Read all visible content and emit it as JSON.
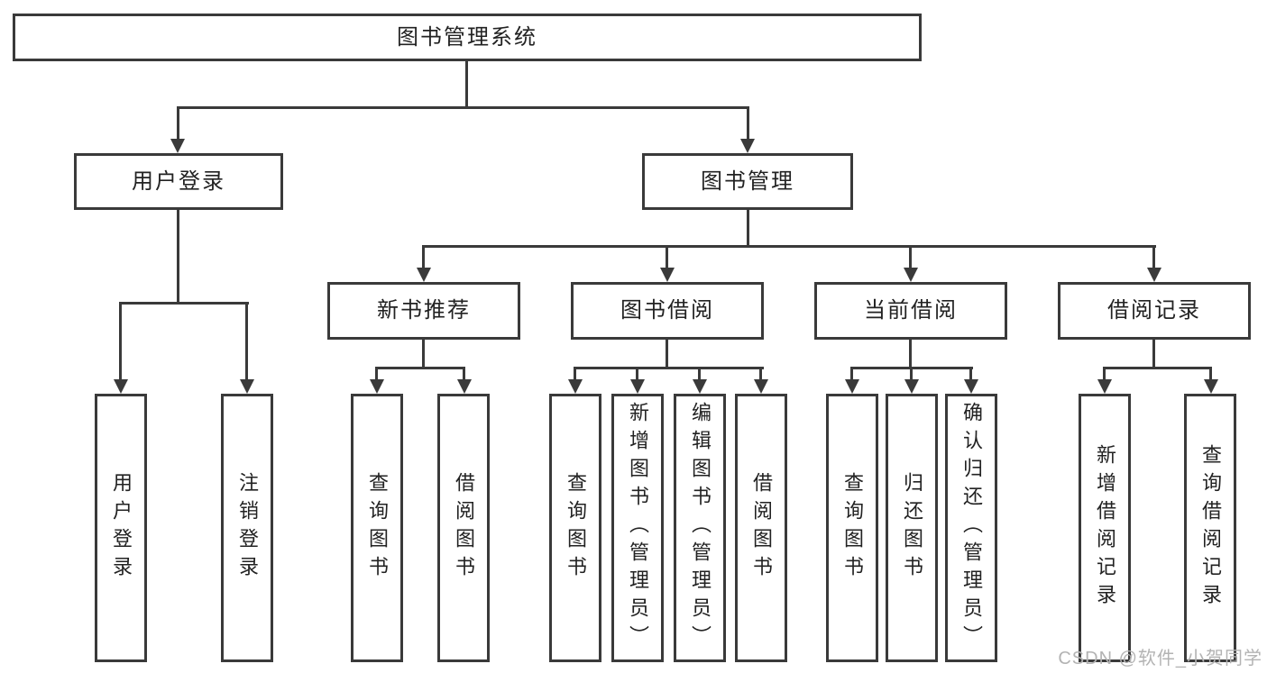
{
  "tree": {
    "root": {
      "label": "图书管理系统",
      "children": [
        {
          "label": "用户登录",
          "children": [
            {
              "label": "用户登录"
            },
            {
              "label": "注销登录"
            }
          ]
        },
        {
          "label": "图书管理",
          "children": [
            {
              "label": "新书推荐",
              "children": [
                {
                  "label": "查询图书"
                },
                {
                  "label": "借阅图书"
                }
              ]
            },
            {
              "label": "图书借阅",
              "children": [
                {
                  "label": "查询图书"
                },
                {
                  "label": "新增图书（管理员）"
                },
                {
                  "label": "编辑图书（管理员）"
                },
                {
                  "label": "借阅图书"
                }
              ]
            },
            {
              "label": "当前借阅",
              "children": [
                {
                  "label": "查询图书"
                },
                {
                  "label": "归还图书"
                },
                {
                  "label": "确认归还（管理员）"
                }
              ]
            },
            {
              "label": "借阅记录",
              "children": [
                {
                  "label": "新增借阅记录"
                },
                {
                  "label": "查询借阅记录"
                }
              ]
            }
          ]
        }
      ]
    }
  },
  "watermark": {
    "text": "CSDN @软件_小贺同学"
  },
  "colors": {
    "line": "#3a3a3a",
    "text": "#222222",
    "watermark": "#b3b3b3",
    "background": "#ffffff"
  }
}
